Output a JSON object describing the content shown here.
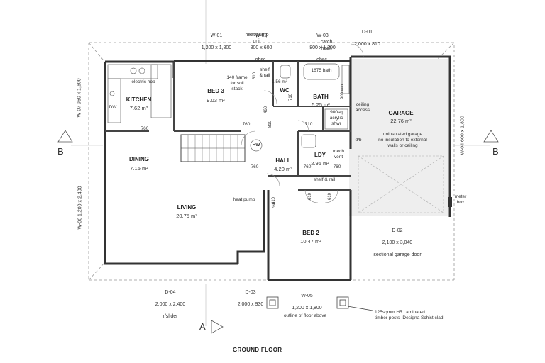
{
  "plan": {
    "title": "GROUND FLOOR",
    "section_b_left": "B",
    "section_b_right": "B",
    "section_a": "A",
    "rooms": {
      "kitchen": {
        "name": "KITCHEN",
        "area": "7.62 m²"
      },
      "bed3": {
        "name": "BED 3",
        "area": "9.03 m²"
      },
      "wc": {
        "name": "WC",
        "area": "1.56 m²"
      },
      "bath": {
        "name": "BATH",
        "area": "5.25 m²"
      },
      "garage": {
        "name": "GARAGE",
        "area": "22.76 m²"
      },
      "dining": {
        "name": "DINING",
        "area": "7.15 m²"
      },
      "hall": {
        "name": "HALL",
        "area": "4.20 m²"
      },
      "ldy": {
        "name": "LDY",
        "area": "2.95 m²"
      },
      "living": {
        "name": "LIVING",
        "area": "20.75 m²"
      },
      "bed2": {
        "name": "BED 2",
        "area": "10.47 m²"
      }
    },
    "windows": {
      "w01": {
        "id": "W-01",
        "size": "1,200 x 1,800"
      },
      "w02": {
        "id": "W-02",
        "size": "800 x 600",
        "note": "obsc."
      },
      "w03": {
        "id": "W-03",
        "size": "800 x 1,200",
        "note": "obsc."
      },
      "w04": {
        "id": "W-04",
        "size": "600 x 1,800"
      },
      "w05": {
        "id": "W-05",
        "size": "1,200 x 1,800"
      },
      "w06": {
        "id": "W-06",
        "size": "1,200 x 2,400"
      },
      "w07": {
        "id": "W-07",
        "size": "950 x 1,600"
      }
    },
    "doors": {
      "d01": {
        "id": "D-01",
        "size": "2,000 x 810"
      },
      "d02": {
        "id": "D-02",
        "size": "2,100 x 3,040",
        "note": "sectional garage door"
      },
      "d03": {
        "id": "D-03",
        "size": "2,000 x 930"
      },
      "d04": {
        "id": "D-04",
        "size": "2,000 x 2,400",
        "note": "r/slider"
      }
    },
    "notes": {
      "heat_pump_unit": "heat pump\nunit",
      "catch_hook": "catch\nhook",
      "electric_hob": "electric hob",
      "frame": "140 frame\nfor soil\nstack",
      "bath": "1675 bath",
      "van": "900 van",
      "ceiling_access": "ceiling\naccess",
      "shower": "900sq\nacrylic\nshwr",
      "garage_note": "uninsulated garage\nno insulation to external\nwalls or ceiling",
      "db": "d/b",
      "mech_vent": "mech\nvent",
      "hw": "HW",
      "shelf_rail": "shelf & rail",
      "shelf_rail_top": "shelf\n& rail",
      "heat_pump": "heat pump",
      "meter_box": "meter\nbox",
      "posts": "125sqmm H5 Laminated\ntimber posts -Designa Schist clad",
      "outline": "outline of floor above",
      "dw": "DW"
    },
    "door_widths": {
      "d760a": "760",
      "d760b": "760",
      "d760c": "760",
      "d760d": "760",
      "d760e": "760",
      "d760f": "760",
      "d710a": "710",
      "d710b": "710",
      "d810a": "810",
      "d810b": "810",
      "d610a": "610",
      "d610b": "610",
      "d610c": "610",
      "d460": "460"
    }
  }
}
